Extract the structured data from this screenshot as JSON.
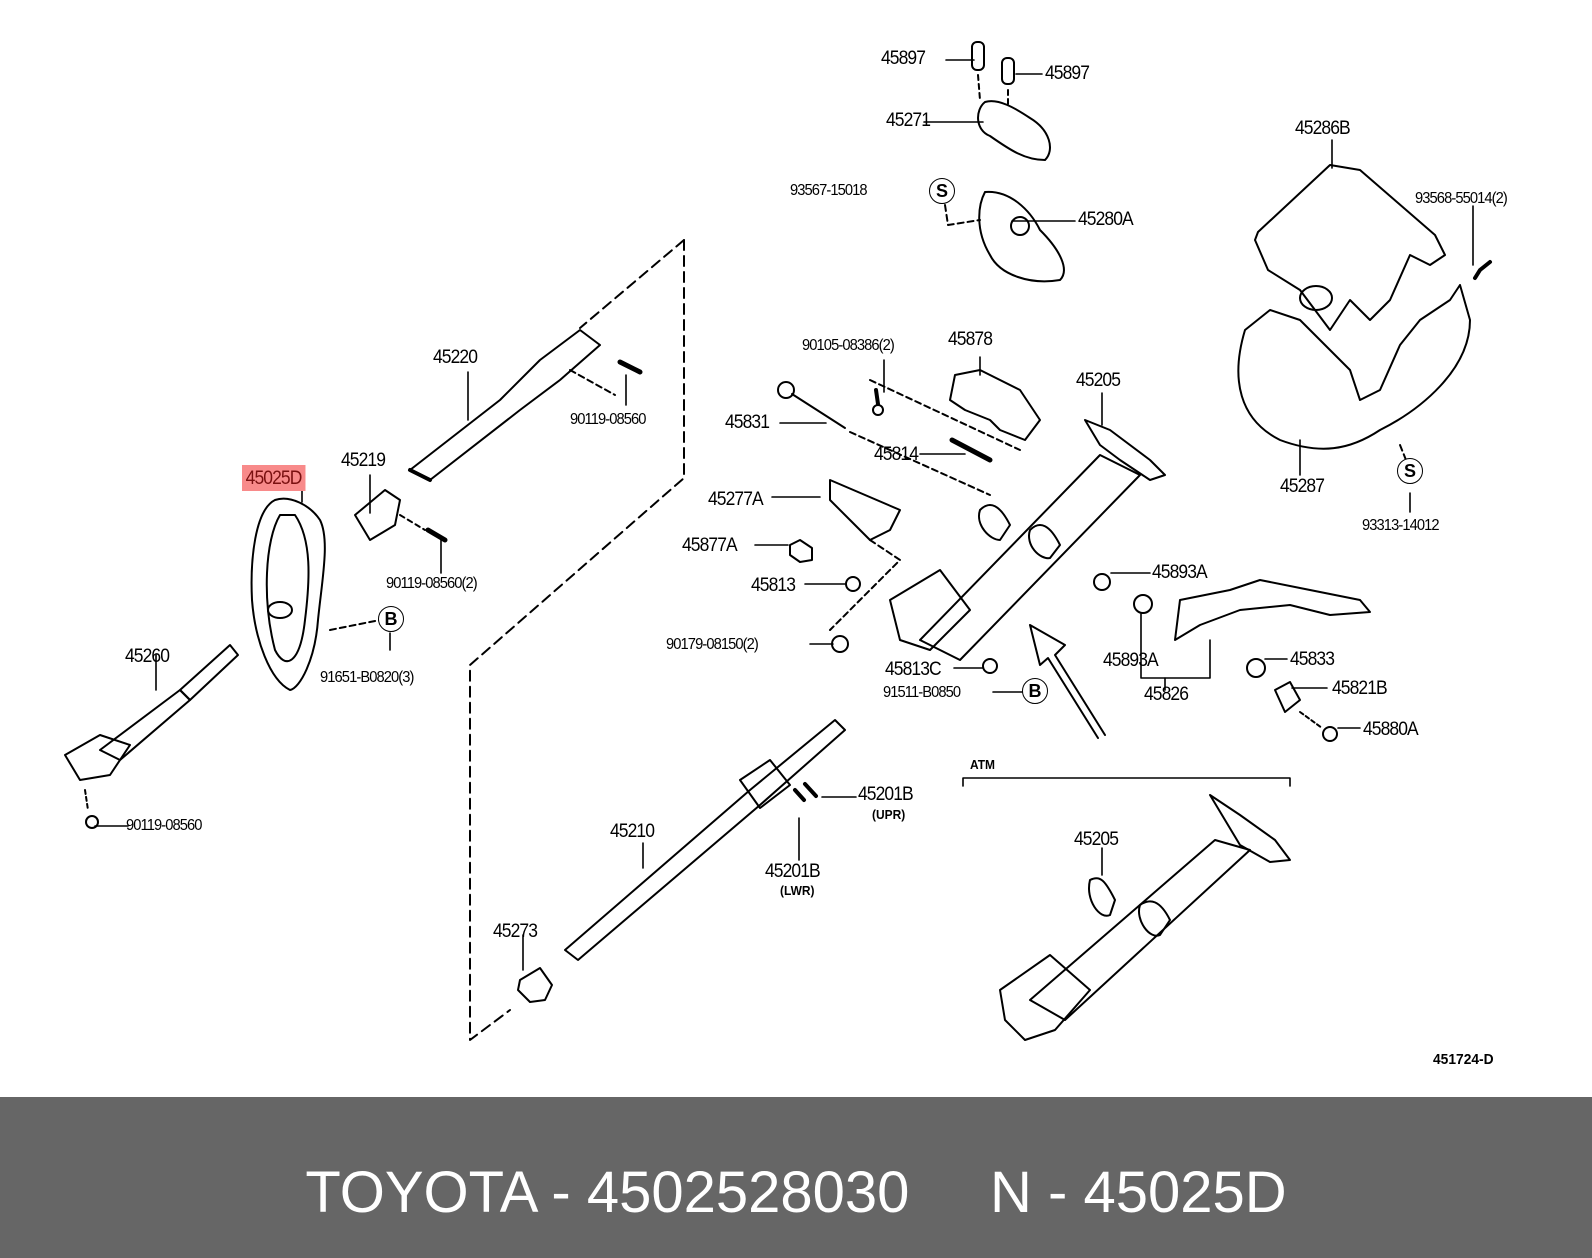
{
  "diagram": {
    "reference_code": "451724-D",
    "atm_label": "ATM",
    "callouts": [
      {
        "id": "45897_a",
        "text": "45897"
      },
      {
        "id": "45897_b",
        "text": "45897"
      },
      {
        "id": "45271",
        "text": "45271"
      },
      {
        "id": "93567-15018",
        "text": "93567-15018"
      },
      {
        "id": "45280A",
        "text": "45280A"
      },
      {
        "id": "45286B",
        "text": "45286B"
      },
      {
        "id": "93568-55014",
        "text": "93568-55014(2)"
      },
      {
        "id": "45287",
        "text": "45287"
      },
      {
        "id": "93313-14012",
        "text": "93313-14012"
      },
      {
        "id": "45220",
        "text": "45220"
      },
      {
        "id": "90119-08560_top",
        "text": "90119-08560"
      },
      {
        "id": "45219",
        "text": "45219"
      },
      {
        "id": "45025D",
        "text": "45025D",
        "highlighted": true
      },
      {
        "id": "90119-08560_2",
        "text": "90119-08560(2)"
      },
      {
        "id": "91651-B0820",
        "text": "91651-B0820(3)"
      },
      {
        "id": "45260",
        "text": "45260"
      },
      {
        "id": "90119-08560_bottom",
        "text": "90119-08560"
      },
      {
        "id": "90105-08386",
        "text": "90105-08386(2)"
      },
      {
        "id": "45878",
        "text": "45878"
      },
      {
        "id": "45831",
        "text": "45831"
      },
      {
        "id": "45814",
        "text": "45814"
      },
      {
        "id": "45205_top",
        "text": "45205"
      },
      {
        "id": "45277A",
        "text": "45277A"
      },
      {
        "id": "45877A",
        "text": "45877A"
      },
      {
        "id": "45813",
        "text": "45813"
      },
      {
        "id": "90179-08150",
        "text": "90179-08150(2)"
      },
      {
        "id": "45813C",
        "text": "45813C"
      },
      {
        "id": "91511-B0850",
        "text": "91511-B0850"
      },
      {
        "id": "45893A_a",
        "text": "45893A"
      },
      {
        "id": "45893A_b",
        "text": "45893A"
      },
      {
        "id": "45826",
        "text": "45826"
      },
      {
        "id": "45833",
        "text": "45833"
      },
      {
        "id": "45821B",
        "text": "45821B"
      },
      {
        "id": "45880A",
        "text": "45880A"
      },
      {
        "id": "45201B_upr",
        "text": "45201B",
        "note": "(UPR)"
      },
      {
        "id": "45201B_lwr",
        "text": "45201B",
        "note": "(LWR)"
      },
      {
        "id": "45210",
        "text": "45210"
      },
      {
        "id": "45273",
        "text": "45273"
      },
      {
        "id": "45205_atm",
        "text": "45205"
      }
    ],
    "markers": {
      "S": "S",
      "B": "B"
    }
  },
  "footer": {
    "brand": "TOYOTA",
    "part_number": "4502528030",
    "ref_prefix": "N",
    "ref_code": "45025D",
    "separator": "-"
  }
}
